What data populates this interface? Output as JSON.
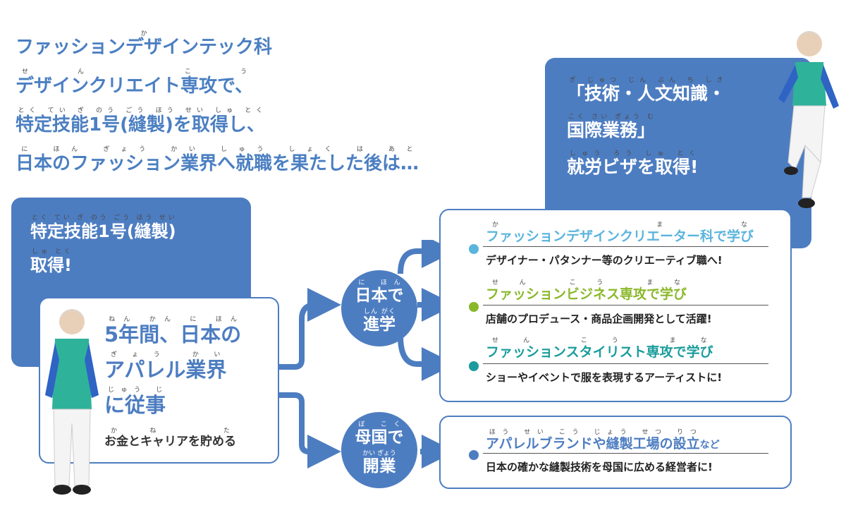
{
  "intro": {
    "line1": "ファッションデザインテック科",
    "line2": "デザインクリエイト専攻で、",
    "line3": "特定技能1号(縫製)を取得し、",
    "line4": "日本のファッション業界へ就職を果たした後は…"
  },
  "visa_box": {
    "line1": "「技術・人文知識・",
    "line2": "国際業務」",
    "line3": "就労ビザを取得!"
  },
  "skill_box": {
    "line1": "特定技能1号(縫製)",
    "line2": "取得!"
  },
  "work_card": {
    "line1": "5年間、日本の",
    "line2": "アパレル業界",
    "line3": "に従事",
    "sub": "お金とキャリアを貯める"
  },
  "circle_study": {
    "line1": "日本で",
    "line2": "進学"
  },
  "circle_open": {
    "line1": "母国で",
    "line2": "開業"
  },
  "options": [
    {
      "title": "ファッションデザインクリエーター科で学び",
      "desc": "デザイナー・パタンナー等のクリエーティブ職へ!",
      "color": "#5ab4dc"
    },
    {
      "title": "ファッションビジネス専攻で学び",
      "desc": "店舗のプロデュース・商品企画開発として活躍!",
      "color": "#8ab82a"
    },
    {
      "title": "ファッションスタイリスト専攻で学び",
      "desc": "ショーやイベントで服を表現するアーティストに!",
      "color": "#1a9c9c"
    }
  ],
  "business": {
    "title": "アパレルブランドや縫製工場の設立",
    "title_suffix": "など",
    "desc": "日本の確かな縫製技術を母国に広める経営者に!",
    "color": "#4d7dc1"
  },
  "colors": {
    "primary": "#4d7dc1",
    "intro_text": "#4b7fc2",
    "hoodie": "#2fb29a",
    "sleeve": "#2f63c4"
  }
}
